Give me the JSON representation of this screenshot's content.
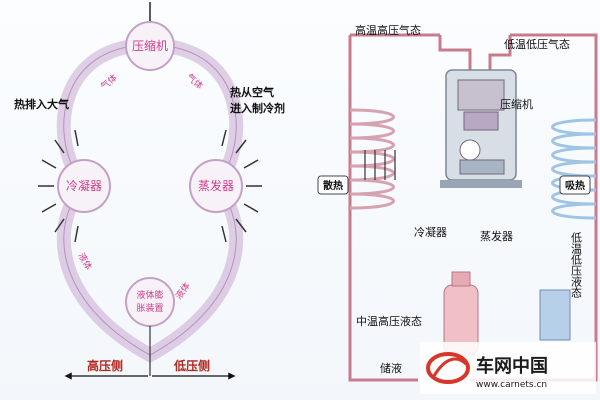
{
  "left_diagram": {
    "nodes": {
      "compressor": "压缩机",
      "condenser": "冷凝器",
      "evaporator": "蒸发器",
      "expansion_line1": "液体膨",
      "expansion_line2": "胀装置"
    },
    "flow": {
      "gas_top_left": "气体",
      "gas_top_right": "气体",
      "liquid_bottom_left": "液体",
      "liquid_bottom_right": "液体"
    },
    "callouts": {
      "heat_out": "热排入大气",
      "heat_in_line1": "热从空气",
      "heat_in_line2": "进入制冷剂"
    },
    "pressure_sides": {
      "high": "高压侧",
      "low": "低压侧"
    }
  },
  "right_diagram": {
    "labels": {
      "hot_hp_gas": "高温高压气态",
      "cold_lp_gas": "低温低压气态",
      "compressor": "压缩机",
      "condenser": "冷凝器",
      "evaporator": "蒸发器",
      "mid_hp_liquid": "中温高压液态",
      "receiver": "储液",
      "cold_lp_liquid_vertical": "低温低压液态"
    },
    "tags": {
      "heat_release": "散热",
      "heat_absorb": "吸热"
    }
  },
  "watermark": {
    "brand": "车网中国",
    "url": "www.carnets.cn"
  },
  "colors": {
    "pipe": "#c77b8c",
    "node_fill": "#f7f2f8",
    "node_stroke": "#c3a1c6",
    "accent_pink": "#d23a8c",
    "condenser_coil": "#d7a2af",
    "evaporator_coil": "#9fc4e6"
  }
}
